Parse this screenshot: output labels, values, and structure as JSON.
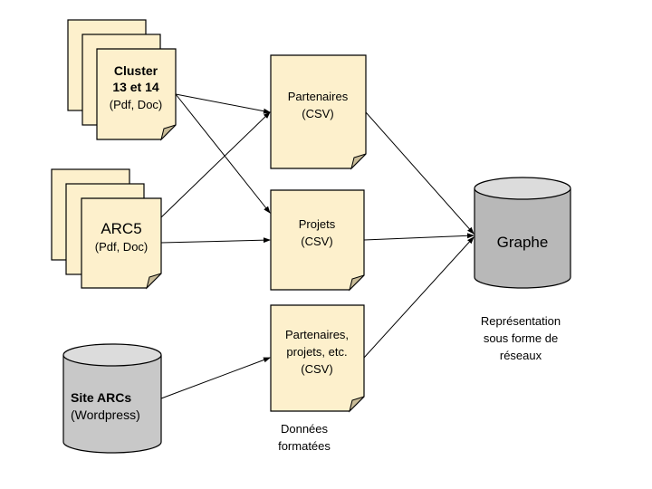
{
  "colors": {
    "document_fill": "#fdf0cc",
    "fold_fill": "#c9bc98",
    "cylinder_fill": "#c8c8c8",
    "graph_cylinder_fill": "#b8b8b8",
    "line": "#000000"
  },
  "sources": {
    "cluster": {
      "line1": "Cluster",
      "line2": "13 et 14",
      "line3": "(Pdf, Doc)"
    },
    "arc5": {
      "line1": "ARC5",
      "line2": "(Pdf, Doc)"
    },
    "site": {
      "line1": "Site ARCs",
      "line2": "(Wordpress)"
    }
  },
  "formatted": {
    "partenaires": {
      "line1": "Partenaires",
      "line2": "(CSV)"
    },
    "projets": {
      "line1": "Projets",
      "line2": "(CSV)"
    },
    "mixed": {
      "line1": "Partenaires,",
      "line2": "projets, etc.",
      "line3": "(CSV)"
    },
    "caption": {
      "line1": "Données",
      "line2": "formatées"
    }
  },
  "graph": {
    "label": "Graphe",
    "caption": {
      "line1": "Représentation",
      "line2": "sous forme de",
      "line3": "réseaux"
    }
  },
  "edges": [
    {
      "from": "cluster",
      "to": "partenaires"
    },
    {
      "from": "cluster",
      "to": "projets"
    },
    {
      "from": "arc5",
      "to": "partenaires"
    },
    {
      "from": "arc5",
      "to": "projets"
    },
    {
      "from": "site",
      "to": "mixed"
    },
    {
      "from": "partenaires",
      "to": "graph"
    },
    {
      "from": "projets",
      "to": "graph"
    },
    {
      "from": "mixed",
      "to": "graph"
    }
  ]
}
